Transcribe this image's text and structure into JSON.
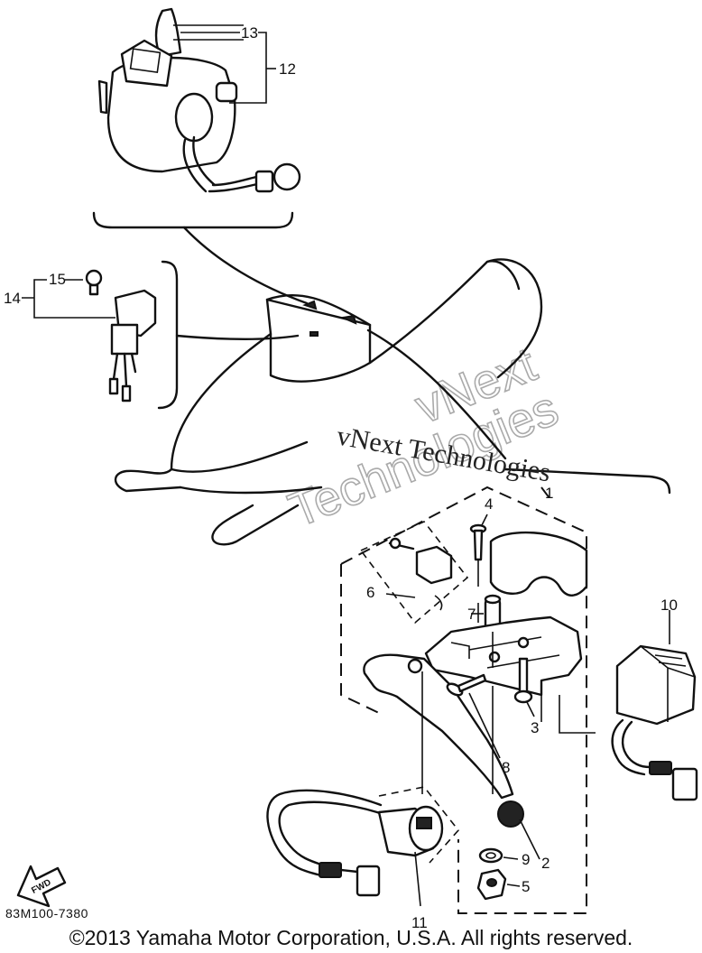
{
  "labels": {
    "l1": "1",
    "l2": "2",
    "l3": "3",
    "l4": "4",
    "l5": "5",
    "l6": "6",
    "l7": "7",
    "l8": "8",
    "l9": "9",
    "l10": "10",
    "l11": "11",
    "l12": "12",
    "l13": "13",
    "l14": "14",
    "l15": "15"
  },
  "fwd_label": "FWD",
  "watermark": {
    "line1": "vNext Technologies",
    "outline1": "vNext",
    "outline2": "Technologies"
  },
  "part_code": "83M100-7380",
  "copyright": "©2013 Yamaha Motor Corporation, U.S.A. All rights reserved."
}
